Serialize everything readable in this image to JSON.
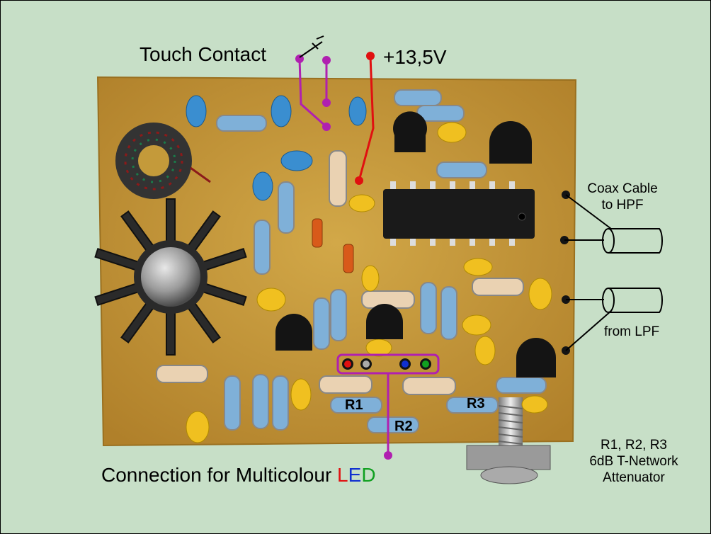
{
  "labels": {
    "touch_contact": "Touch Contact",
    "voltage": "+13,5V",
    "coax_line1": "Coax Cable",
    "coax_line2": "to HPF",
    "from_lpf": "from LPF",
    "r1": "R1",
    "r2": "R2",
    "r3": "R3",
    "attenuator_line1": "R1, R2, R3",
    "attenuator_line2": "6dB T-Network",
    "attenuator_line3": "Attenuator",
    "led_caption": "Connection for Multicolour ",
    "led_l": "L",
    "led_e": "E",
    "led_d": "D"
  },
  "colors": {
    "background": "#c7dfc7",
    "pcb": "#c49a3a",
    "touch_wire": "#b020b0",
    "power_wire": "#e01010",
    "led_red": "#e01010",
    "led_blue": "#1030d0",
    "led_green": "#10a020"
  }
}
